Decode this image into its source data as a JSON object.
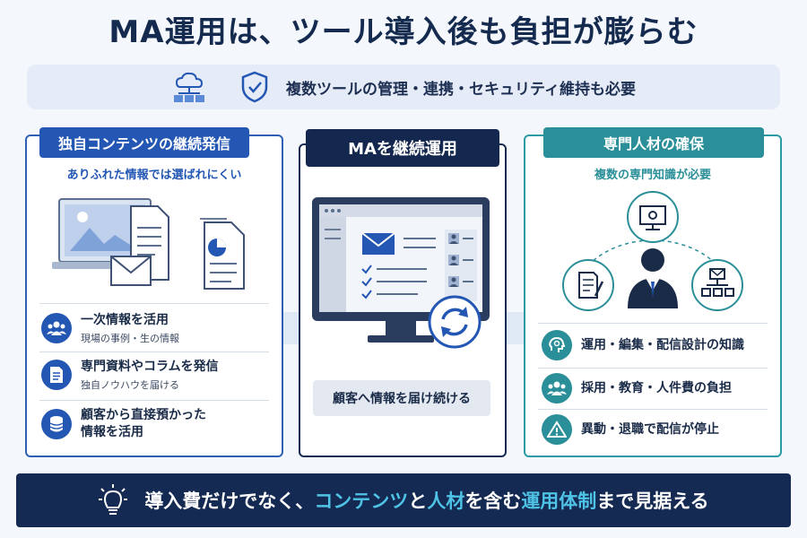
{
  "title": "MA運用は、ツール導入後も負担が膨らむ",
  "subtitle": "複数ツールの管理・連携・セキュリティ維持も必要",
  "left": {
    "tag": "独自コンテンツの継続発信",
    "caption": "ありふれた情報では選ばれにくい",
    "items": [
      {
        "main": "一次情報を活用",
        "sub": "現場の事例・生の情報",
        "icon": "people-icon"
      },
      {
        "main": "専門資料やコラムを発信",
        "sub": "独自ノウハウを届ける",
        "icon": "document-icon"
      },
      {
        "main": "顧客から直接預かった",
        "main2": "情報を活用",
        "icon": "database-icon"
      }
    ]
  },
  "middle": {
    "tag": "MAを継続運用",
    "caption": "顧客へ情報を届け続ける"
  },
  "right": {
    "tag": "専門人材の確保",
    "caption": "複数の専門知識が必要",
    "items": [
      {
        "main": "運用・編集・配信設計の知識",
        "icon": "brain-icon"
      },
      {
        "main": "採用・教育・人件費の負担",
        "icon": "team-icon"
      },
      {
        "main": "異動・退職で配信が停止",
        "icon": "warning-icon"
      }
    ]
  },
  "banner": {
    "part1": "導入費だけでなく、",
    "hl1": "コンテンツ",
    "part2": "と",
    "hl2": "人材",
    "part3": "を含む",
    "hl3": "運用体制",
    "part4": "まで見据える"
  },
  "colors": {
    "navy": "#14284f",
    "blue": "#2357b3",
    "teal": "#2a8f98",
    "highlight": "#4fc3e6"
  }
}
